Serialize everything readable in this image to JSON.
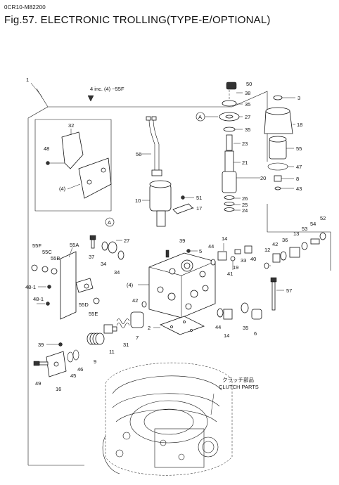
{
  "header": {
    "doc_code": "0CR10-M82200",
    "title": "Fig.57.  ELECTRONIC TROLLING(TYPE-E/OPTIONAL)"
  },
  "diagram": {
    "note_applicability": "4 inc. (4) ~55F",
    "clutch_label_jp": "クラッチ部品",
    "clutch_label_en": "CLUTCH PARTS",
    "callouts": {
      "c1": "1",
      "c3": "3",
      "c4": "(4)",
      "c4b": "(4)",
      "c5": "5",
      "c6": "6",
      "c7": "7",
      "c8": "8",
      "c9": "9",
      "c10": "10",
      "c11": "11",
      "c12": "12",
      "c13": "13",
      "c14a": "14",
      "c14b": "14",
      "c16": "16",
      "c17": "17",
      "c18": "18",
      "c19": "19",
      "c20": "20",
      "c21": "21",
      "c23": "23",
      "c24": "24",
      "c25": "25",
      "c26": "26",
      "c27a": "27",
      "c27b": "27",
      "c31": "31",
      "c32": "32",
      "c33": "33",
      "c34a": "34",
      "c34b": "34",
      "c35a": "35",
      "c35b": "35",
      "c35c": "35",
      "c36": "36",
      "c37": "37",
      "c38": "38",
      "c39a": "39",
      "c39b": "39",
      "c40": "40",
      "c41": "41",
      "c42a": "42",
      "c42b": "42",
      "c43": "43",
      "c44a": "44",
      "c44b": "44",
      "c45": "45",
      "c46": "46",
      "c47": "47",
      "c48": "48",
      "c481a": "48-1",
      "c481b": "48-1",
      "c49": "49",
      "c50": "50",
      "c51": "51",
      "c52": "52",
      "c53": "53",
      "c54": "54",
      "c55": "55",
      "c55a": "55A",
      "c55b": "55B",
      "c55c": "55C",
      "c55d": "55D",
      "c55e": "55E",
      "c55f": "55F",
      "c56": "56",
      "c57": "57",
      "c2": "2",
      "refA1": "A",
      "refA2": "A"
    }
  }
}
